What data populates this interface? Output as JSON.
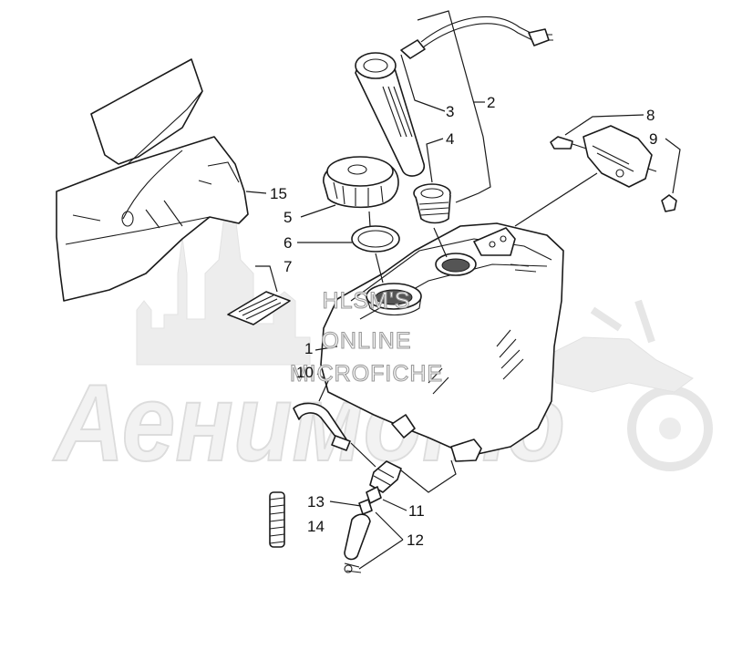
{
  "labels": [
    {
      "id": "1",
      "text": "1"
    },
    {
      "id": "2",
      "text": "2"
    },
    {
      "id": "3",
      "text": "3"
    },
    {
      "id": "4",
      "text": "4"
    },
    {
      "id": "5",
      "text": "5"
    },
    {
      "id": "6",
      "text": "6"
    },
    {
      "id": "7",
      "text": "7"
    },
    {
      "id": "8",
      "text": "8"
    },
    {
      "id": "9",
      "text": "9"
    },
    {
      "id": "10",
      "text": "10"
    },
    {
      "id": "11",
      "text": "11"
    },
    {
      "id": "12",
      "text": "12"
    },
    {
      "id": "13",
      "text": "13"
    },
    {
      "id": "14",
      "text": "14"
    },
    {
      "id": "15",
      "text": "15"
    }
  ],
  "watermark": {
    "line1": "HLSM'S",
    "line2": "ONLINE",
    "line3": "MICROFICHE",
    "brand": "Аенимото"
  }
}
